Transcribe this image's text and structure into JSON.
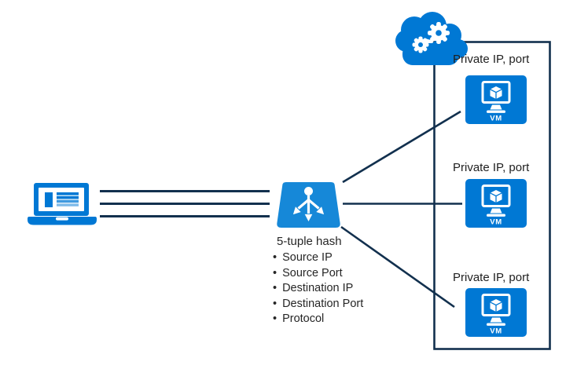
{
  "colors": {
    "azure_blue": "#0078d4",
    "load_balancer_blue": "#1688d8",
    "connector_navy": "#12304e",
    "text_dark": "#1f1f1f"
  },
  "client": {
    "icon": "laptop-icon"
  },
  "load_balancer": {
    "icon": "load-balancer-icon",
    "hash_title": "5-tuple hash",
    "bullet_char": "•",
    "hash_fields": [
      "Source IP",
      "Source Port",
      "Destination IP",
      "Destination Port",
      "Protocol"
    ]
  },
  "cloud": {
    "icon": "cloud-with-gears-icon"
  },
  "backend_pool": {
    "vms": [
      {
        "label": "Private IP, port",
        "badge": "VM"
      },
      {
        "label": "Private IP, port",
        "badge": "VM"
      },
      {
        "label": "Private IP, port",
        "badge": "VM"
      }
    ]
  }
}
